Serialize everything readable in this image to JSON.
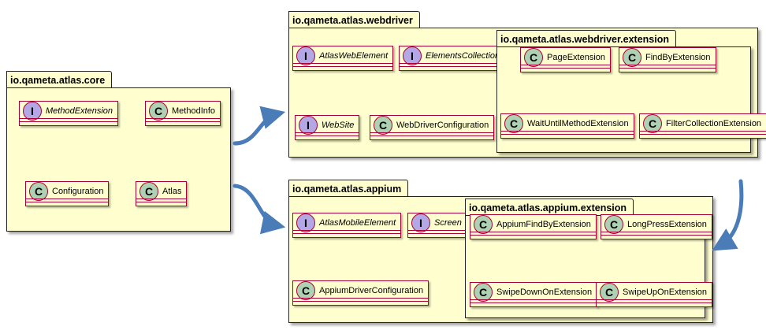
{
  "colors": {
    "package_fill": "#fefece",
    "class_border": "#a80036",
    "class_badge": "#add1b2",
    "interface_badge": "#b4a7e5",
    "arrow": "#4a7db8"
  },
  "packages": {
    "core": {
      "name": "io.qameta.atlas.core",
      "items": [
        {
          "kind": "I",
          "label": "MethodExtension"
        },
        {
          "kind": "C",
          "label": "MethodInfo"
        },
        {
          "kind": "C",
          "label": "Configuration"
        },
        {
          "kind": "C",
          "label": "Atlas"
        }
      ]
    },
    "webdriver": {
      "name": "io.qameta.atlas.webdriver",
      "items": [
        {
          "kind": "I",
          "label": "AtlasWebElement"
        },
        {
          "kind": "I",
          "label": "ElementsCollection"
        },
        {
          "kind": "I",
          "label": "WebSite"
        },
        {
          "kind": "C",
          "label": "WebDriverConfiguration"
        }
      ]
    },
    "webdriver_extension": {
      "name": "io.qameta.atlas.webdriver.extension",
      "items": [
        {
          "kind": "C",
          "label": "PageExtension"
        },
        {
          "kind": "C",
          "label": "FindByExtension"
        },
        {
          "kind": "C",
          "label": "WaitUntilMethodExtension"
        },
        {
          "kind": "C",
          "label": "FilterCollectionExtension"
        }
      ]
    },
    "appium": {
      "name": "io.qameta.atlas.appium",
      "items": [
        {
          "kind": "I",
          "label": "AtlasMobileElement"
        },
        {
          "kind": "I",
          "label": "Screen"
        },
        {
          "kind": "C",
          "label": "AppiumDriverConfiguration"
        }
      ]
    },
    "appium_extension": {
      "name": "io.qameta.atlas.appium.extension",
      "items": [
        {
          "kind": "C",
          "label": "AppiumFindByExtension"
        },
        {
          "kind": "C",
          "label": "LongPressExtension"
        },
        {
          "kind": "C",
          "label": "SwipeDownOnExtension"
        },
        {
          "kind": "C",
          "label": "SwipeUpOnExtension"
        }
      ]
    }
  }
}
